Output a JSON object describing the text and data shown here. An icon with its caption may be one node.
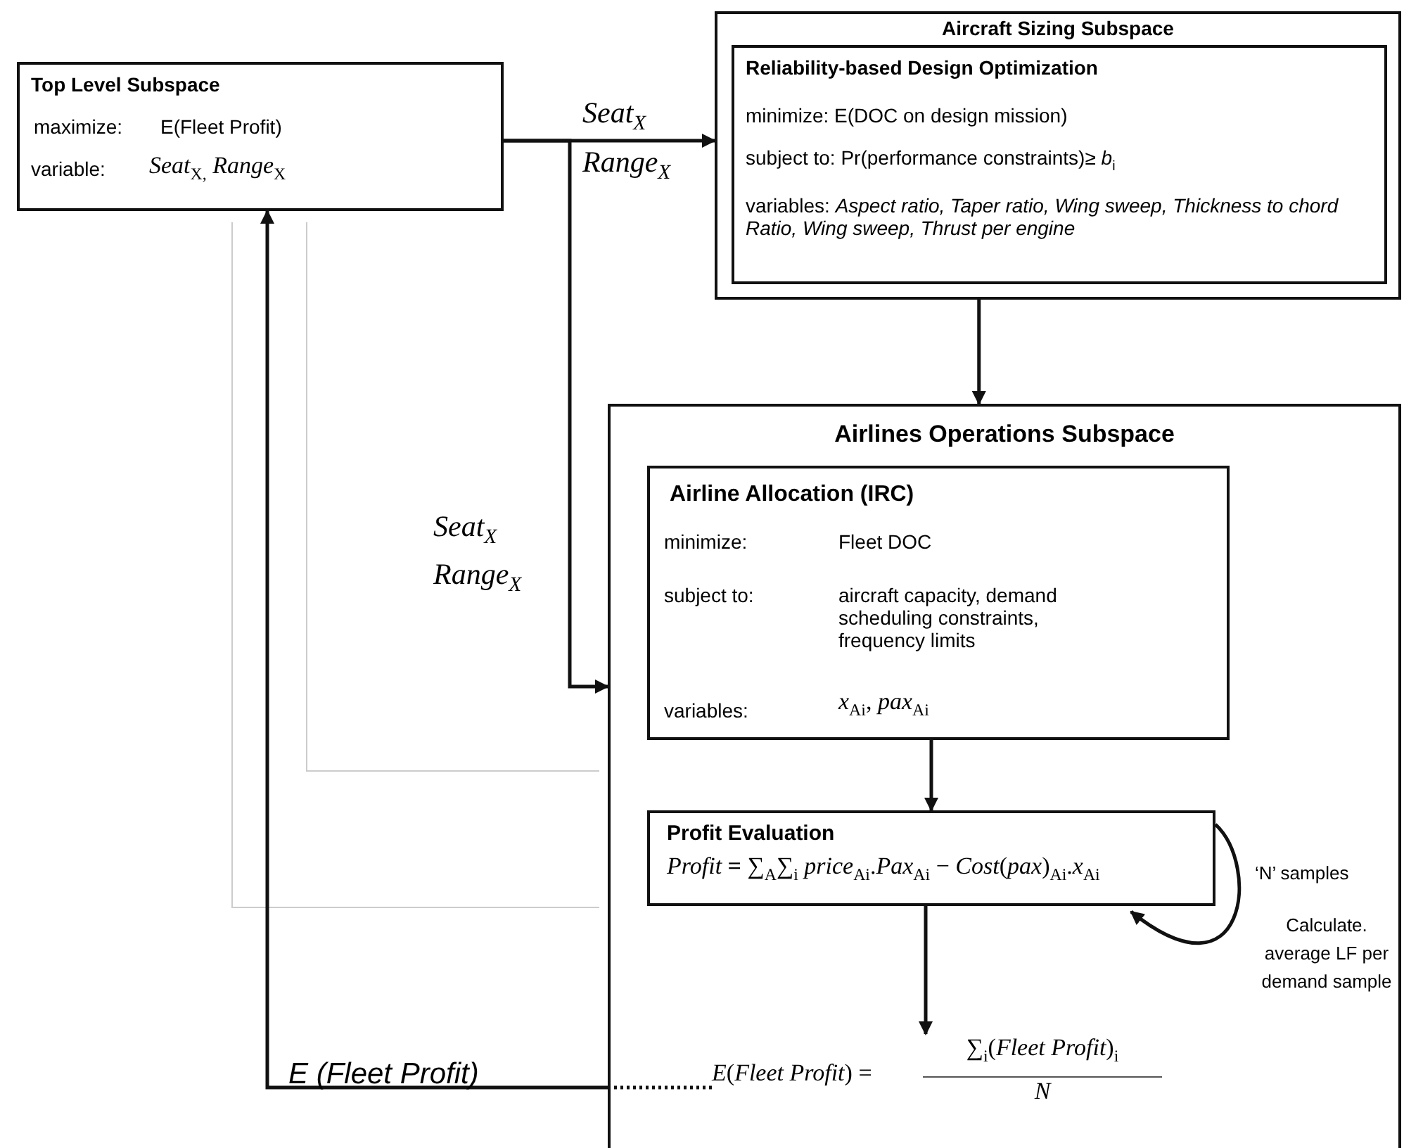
{
  "diagram": {
    "nodes": [
      {
        "text": [
          "Top Level Subspace",
          "maximize:",
          "E(Fleet Profit)",
          "variable:",
          "*Seat*$_{X,}$ *Range*$_{X}$"
        ]
      },
      {
        "text": [
          "Aircraft Sizing Subspace"
        ]
      },
      {
        "text": [
          "Reliability-based Design Optimization",
          "minimize:  E(DOC on design mission)",
          "subject to: Pr(performance constraints)≥ *b*$_{i}$",
          "variables: *Aspect ratio, Taper ratio, Wing sweep, Thickness to chord Ratio, Wing sweep, Thrust per engine*"
        ],
        "in": 1
      },
      {
        "text": [
          "Airlines Operations Subspace"
        ]
      },
      {
        "text": [
          "Airline Allocation (IRC)",
          "minimize:",
          "Fleet DOC",
          "subject to:",
          "aircraft capacity, demand scheduling constraints, frequency limits",
          "variables:",
          "*x*$_{Ai}$, *pax*$_{Ai}$"
        ],
        "in": 3
      },
      {
        "text": [
          "Profit Evaluation",
          "*Profit* **=** ∑$_{A}$∑$_{i}$ *price*$_{Ai}$.*Pax*$_{Ai}$ − *Cost*(*pax*)$_{Ai}$.*x*$_{Ai}$"
        ],
        "in": 3
      },
      {
        "text": [
          "*E*(*Fleet Profit*) =",
          "∑$_{i}$(*Fleet Profit*)$_{i}$",
          "*N*"
        ],
        "in": 3
      }
    ],
    "edges": [
      {
        "from": 0,
        "to": 1,
        "arrow": "to"
      },
      {
        "from": 0,
        "to": 3,
        "arrow": "to"
      },
      {
        "from": 1,
        "to": 3,
        "arrow": "to"
      },
      {
        "from": 4,
        "to": 5,
        "arrow": "to"
      },
      {
        "from": 5,
        "to": 6,
        "arrow": "to"
      },
      {
        "from": 6,
        "to": 0,
        "arrow": "to",
        "label": "E (Fleet Profit)"
      },
      {
        "from": 5,
        "to": 5,
        "arrow": "to"
      }
    ],
    "labels": [
      "*Seat*$_{X}$",
      "*Range*$_{X}$",
      "*Seat*$_{X}$",
      "*Range*$_{X}$",
      "‘N’ samples",
      "Calculate. average LF per demand sample"
    ]
  }
}
